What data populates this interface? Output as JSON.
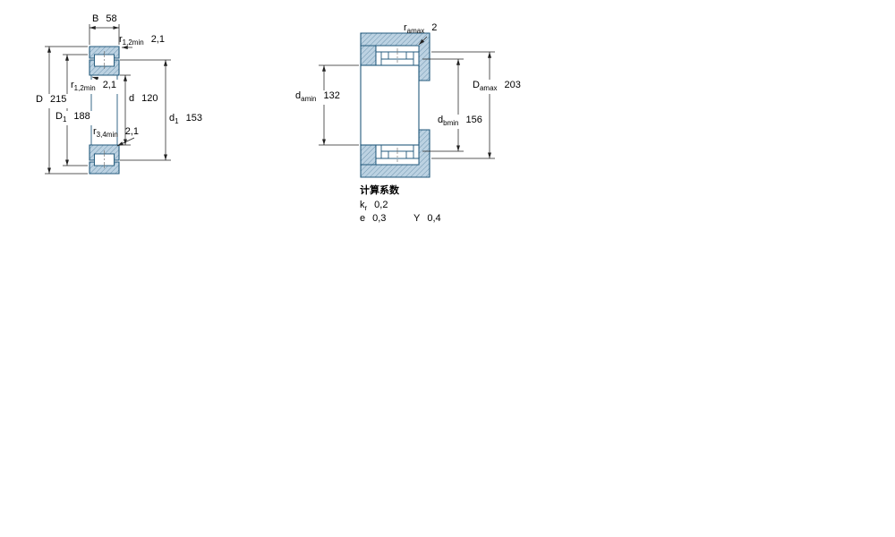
{
  "colors": {
    "bearing_fill": "#bcd2e2",
    "hatch_line": "#7097b1",
    "outline": "#235a7c",
    "dim_line": "#222222",
    "centerline": "#777777"
  },
  "left_view": {
    "description": "bearing cross-section with boundary dimensions",
    "dims": {
      "B": {
        "sym": "B",
        "sub": "",
        "value": "58"
      },
      "r12_top": {
        "sym": "r",
        "sub": "1,2min",
        "value": "2,1"
      },
      "D": {
        "sym": "D",
        "sub": "",
        "value": "215"
      },
      "r12_mid": {
        "sym": "r",
        "sub": "1,2min",
        "value": "2,1"
      },
      "D1": {
        "sym": "D",
        "sub": "1",
        "value": "188"
      },
      "d": {
        "sym": "d",
        "sub": "",
        "value": "120"
      },
      "d1": {
        "sym": "d",
        "sub": "1",
        "value": "153"
      },
      "r34": {
        "sym": "r",
        "sub": "3,4min",
        "value": "2,1"
      }
    }
  },
  "right_view": {
    "description": "mounted bearing with abutment dimensions",
    "dims": {
      "ramax": {
        "sym": "r",
        "sub": "amax",
        "value": "2"
      },
      "damin": {
        "sym": "d",
        "sub": "amin",
        "value": "132"
      },
      "Damax": {
        "sym": "D",
        "sub": "amax",
        "value": "203"
      },
      "dbmin": {
        "sym": "d",
        "sub": "bmin",
        "value": "156"
      }
    }
  },
  "factors": {
    "title": "计算系数",
    "kr": {
      "sym": "k",
      "sub": "r",
      "value": "0,2"
    },
    "e": {
      "sym": "e",
      "sub": "",
      "value": "0,3"
    },
    "Y": {
      "sym": "Y",
      "sub": "",
      "value": "0,4"
    }
  }
}
